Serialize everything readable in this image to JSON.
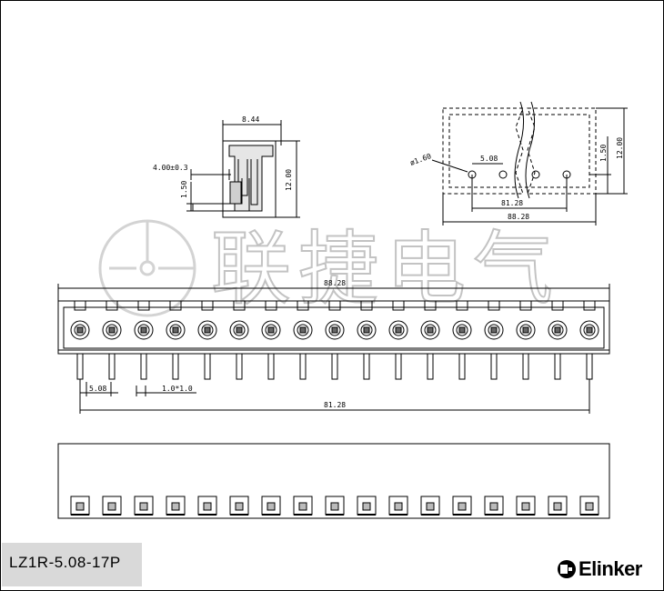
{
  "dimensions": {
    "side_width": "8.44",
    "side_height": "12.00",
    "side_offset": "4.00±0.3",
    "side_pin": "1.50",
    "pcb_height": "12.00",
    "pcb_pin_hole": "1.50",
    "pcb_hole_dia": "ø1.60",
    "pcb_pitch": "5.08",
    "pcb_span": "81.28",
    "pcb_total": "88.28",
    "front_total": "88.28",
    "front_pitch": "5.08",
    "front_pin": "1.0*1.0",
    "front_span": "81.28"
  },
  "watermark": "联捷电气",
  "model": "LZ1R-5.08-17P",
  "brand": "Elinker",
  "pin_count": 17,
  "colors": {
    "line": "#000000",
    "watermark": "#c8c8c8",
    "label_bg": "#d9d9d9"
  }
}
